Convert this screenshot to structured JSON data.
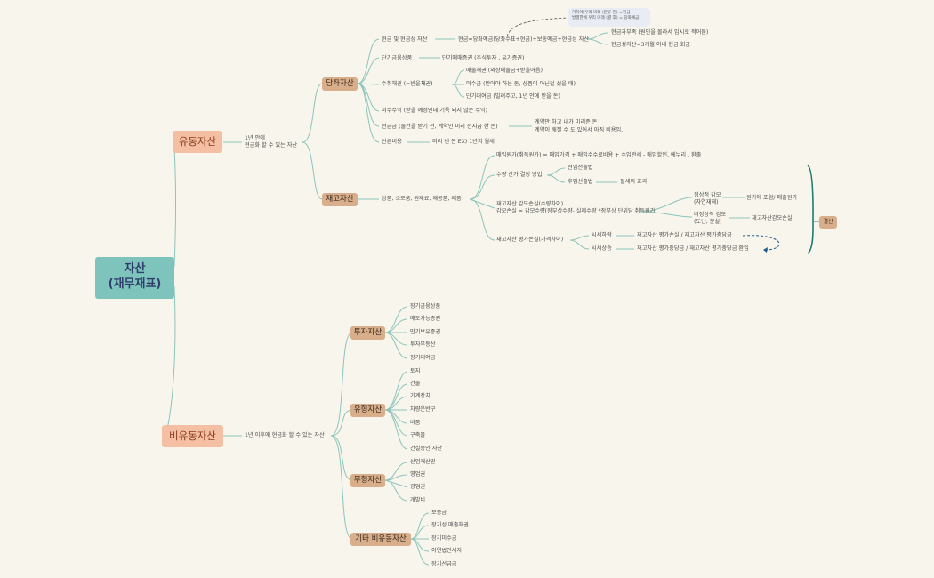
{
  "root": {
    "label_line1": "자산",
    "label_line2": "(재무재표)"
  },
  "current_assets": {
    "label": "유동자산",
    "desc_line1": "1년 안에",
    "desc_line2": "현금화 할 수 있는 자산",
    "quick_assets": {
      "label": "당좌자산",
      "cash": {
        "label": "현금 및 현금성 자산",
        "formula": "현금=당좌예금(당좌수표+현금)+보통예금+현금성 자산",
        "sub1": "현금과부족 (원인을 몰라서 임시로 적어둠)",
        "sub2": "현금성자산=3개월 이내 현금 회금",
        "note_line1": "기하에 우리 미래 (분류 전) =현금",
        "note_line2": "발행한에 우리 미래 (결 후) = 당좌예금"
      },
      "short_fin": {
        "label": "단기금융상품",
        "value": "단기매매증권 (주식투자 , 유가증권)"
      },
      "receivables": {
        "label": "수취채권 (=받을채권)",
        "items": [
          "매출채권 (외상매출금+받을어음)",
          "미수금 (받아야 하는 돈, 상품이 아닌걸 샀을 때)",
          "단기대여금 (빌려주고, 1년 안에 받을 돈)"
        ]
      },
      "accrued": "미수수익 (받을 예정인데 기록 되지 않은 수익)",
      "advance": {
        "label": "선급금 (물건을 받기 전, 계약인 미리 선지급 한 돈)",
        "line1": "계약만 하고 내가 미리준 돈",
        "line2": "계약이 깨질 수 도 있어서 아직 비용임."
      },
      "prepaid": {
        "label": "선급비용",
        "value": "미리 낸 돈 EX) 1년치 월세"
      }
    },
    "inventory": {
      "label": "재고자산",
      "types": "상품, 소모품, 원재료, 재공품, 제품",
      "cost": "매입원가(취득원가) = 매입가격 + 매입수수료비용 + 수입관세 - 매입할인, 에누리 , 환출",
      "method": {
        "label": "수량 산가 결정 방법",
        "m1": "선입선출법",
        "m2": "후입선출법",
        "m2_note": "절세의 효과"
      },
      "loss": {
        "line1": "재고자산 감모손실(수량차이)",
        "line2": "감모손실 = 감모수량(장부상수량- 실제수량 *장부상 단위당 취득원가",
        "normal_line1": "정상적 감모",
        "normal_line2": "(자연재해)",
        "normal_result": "원가에 포함/ 매출원가",
        "abnormal_line1": "비정상적 감모",
        "abnormal_line2": "(도난, 분실)",
        "abnormal_result": "재고자산감모손실"
      },
      "valuation": {
        "label": "재고자산 평가손실(가격차이)",
        "drop": "시세하락",
        "drop_result": "재고자산 평가손실 / 재고자산 평가충당금",
        "rise": "시세상승",
        "rise_result": "재고자산 평가충당금 / 재고자산 평가충당금 환입"
      },
      "summary": "결산"
    }
  },
  "noncurrent_assets": {
    "label": "비유동자산",
    "desc": "1년 이후에 현금화 할 수 있는 자산",
    "investment": {
      "label": "투자자산",
      "items": [
        "장기금융상품",
        "매도가능증권",
        "만기보유증권",
        "투자부동산",
        "장기대여금"
      ]
    },
    "tangible": {
      "label": "유형자산",
      "items": [
        "토지",
        "건물",
        "기계장치",
        "차량운반구",
        "비품",
        "구축물",
        "건설중인 자산"
      ]
    },
    "intangible": {
      "label": "무형자산",
      "items": [
        "산업재산권",
        "영업권",
        "광업권",
        "개발비"
      ]
    },
    "other": {
      "label": "기타 비유동자산",
      "items": [
        "보증금",
        "장기성 매출채권",
        "장기미수금",
        "이연법인세자",
        "장기선급금"
      ]
    }
  },
  "colors": {
    "line": "#8cc4bb",
    "root": "#7ec4bd",
    "level1": "#f5bfa3",
    "level2": "#d9ae8a",
    "background": "#f8f6ec",
    "accent_line": "#1f7a72"
  }
}
